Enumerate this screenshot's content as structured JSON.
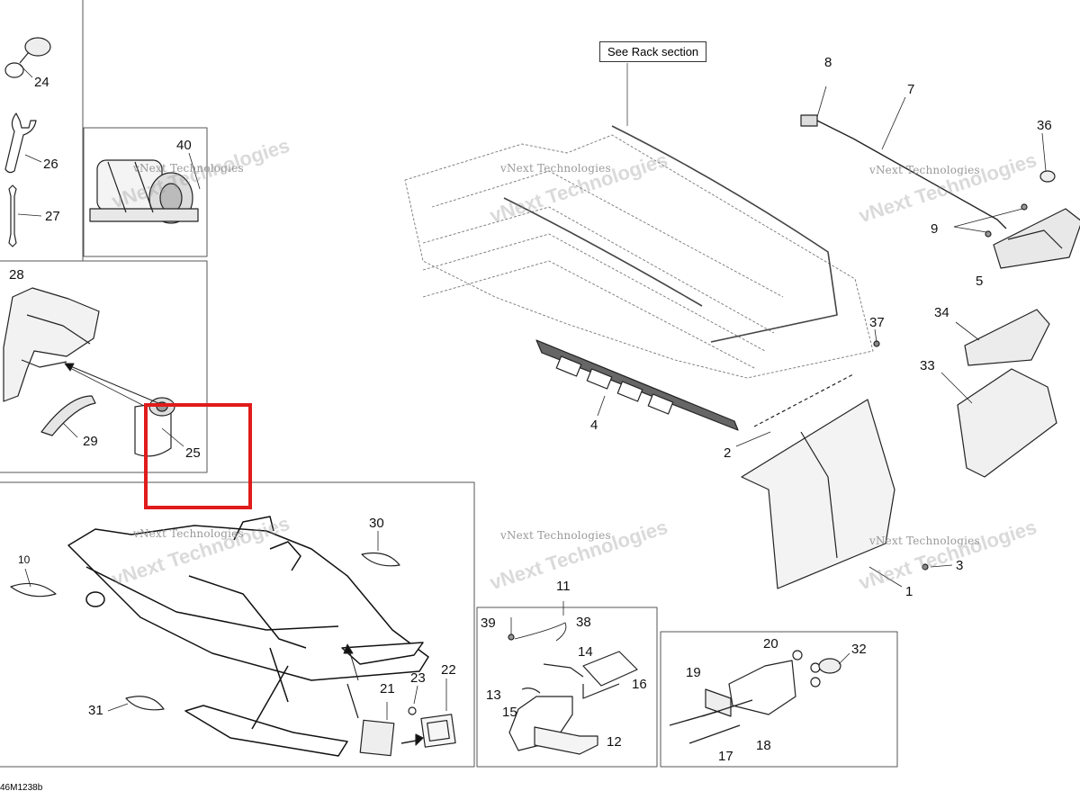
{
  "header": {
    "rack_label": "See Rack section"
  },
  "footer": {
    "diagram_code": "46M1238b"
  },
  "watermark": {
    "company": "vNext Technologies",
    "big_text": "vNext Technologies"
  },
  "highlight": {
    "color": "#e01b1b",
    "target_part": "25"
  },
  "callouts": {
    "p1": "1",
    "p2": "2",
    "p3": "3",
    "p4": "4",
    "p5": "5",
    "p7": "7",
    "p8": "8",
    "p9": "9",
    "p10": "10",
    "p11": "11",
    "p12": "12",
    "p13": "13",
    "p14": "14",
    "p15": "15",
    "p16": "16",
    "p17": "17",
    "p18": "18",
    "p19": "19",
    "p20": "20",
    "p21": "21",
    "p22": "22",
    "p23": "23",
    "p24": "24",
    "p25": "25",
    "p26": "26",
    "p27": "27",
    "p28": "28",
    "p29": "29",
    "p30": "30",
    "p31": "31",
    "p32": "32",
    "p33": "33",
    "p34": "34",
    "p36": "36",
    "p37": "37",
    "p38": "38",
    "p39": "39",
    "p40": "40"
  }
}
